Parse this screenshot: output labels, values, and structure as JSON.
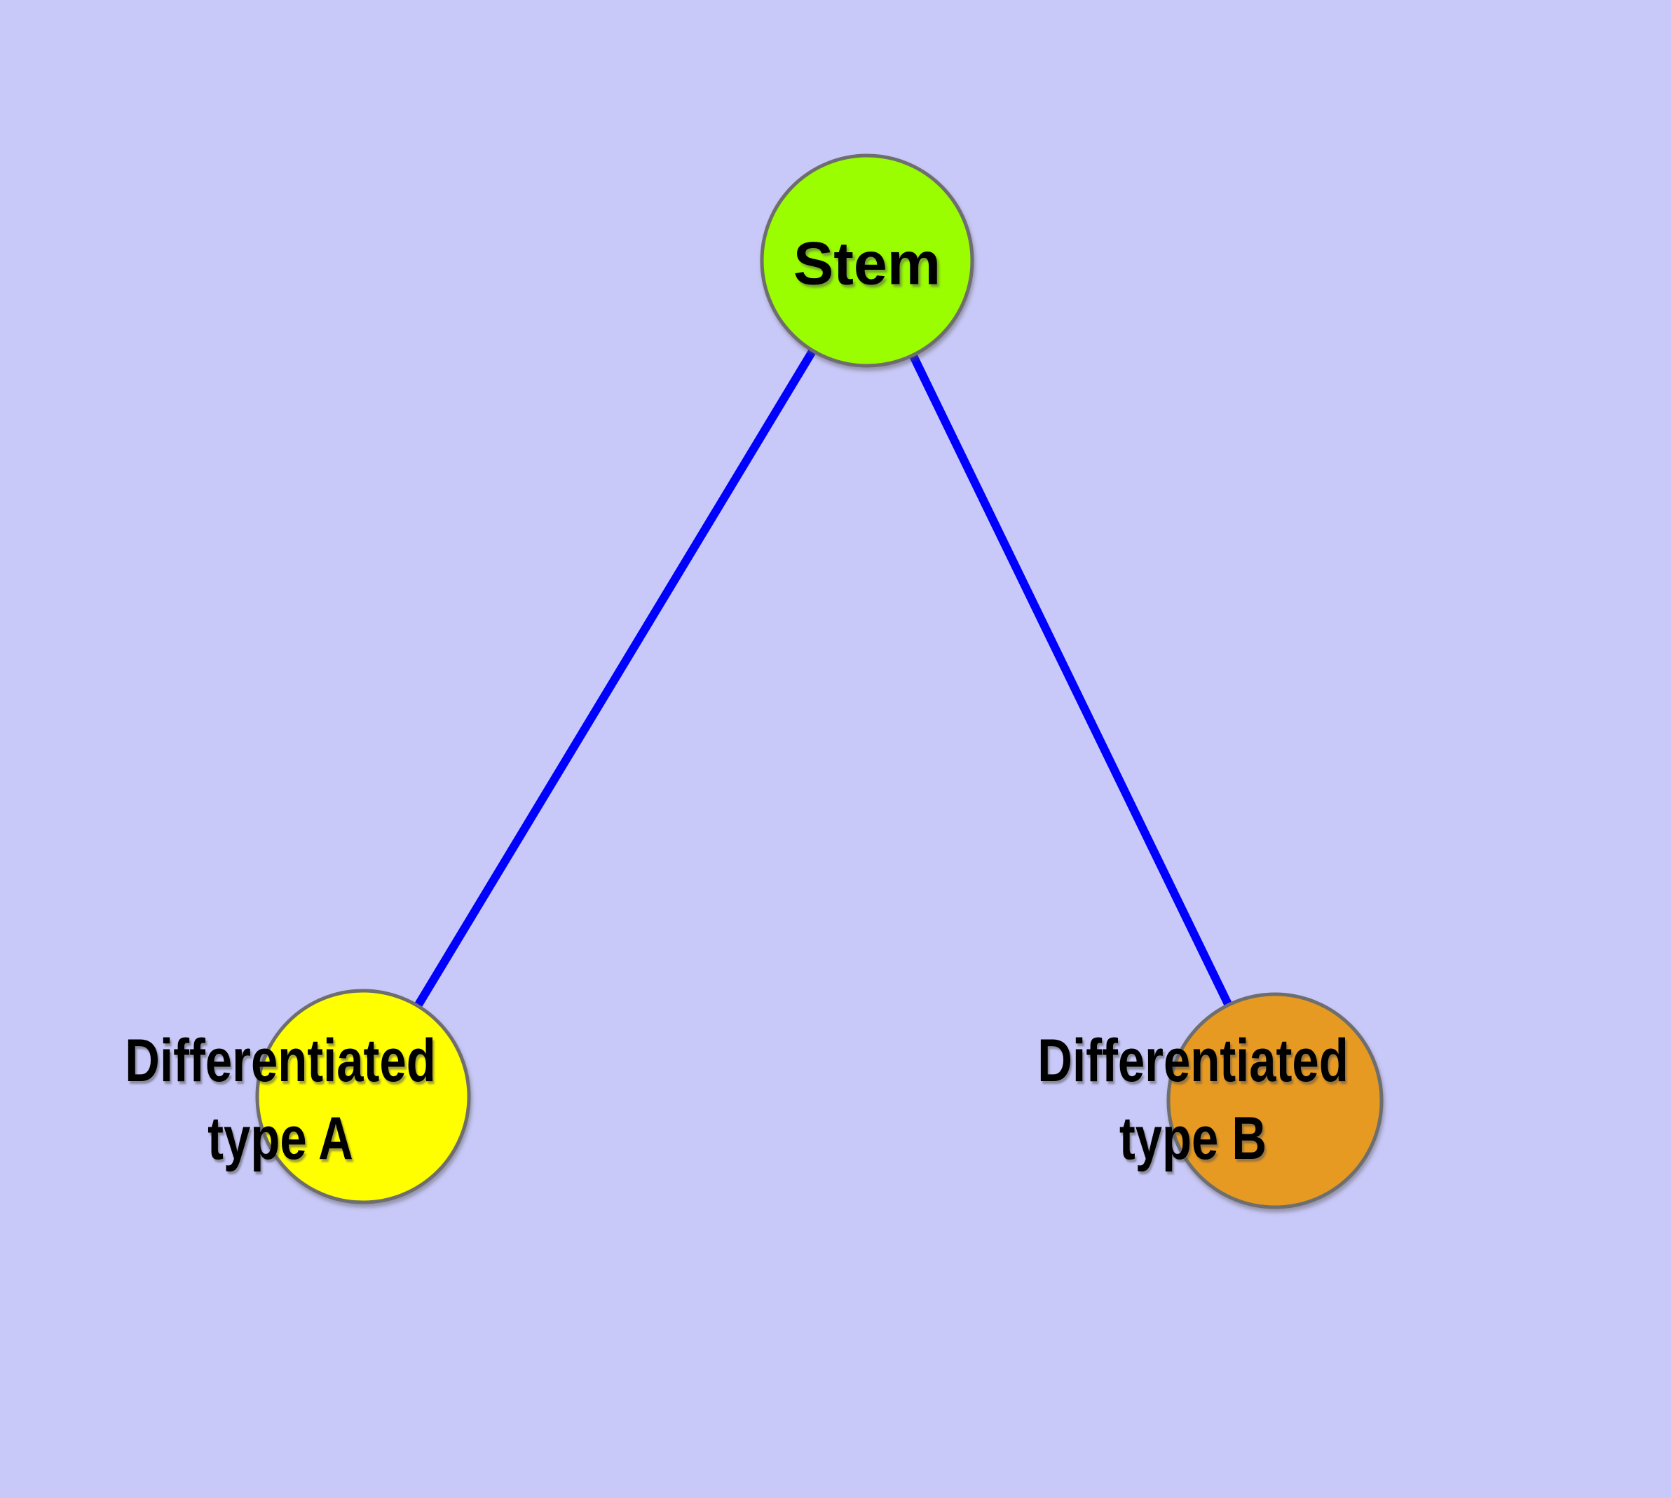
{
  "background_color": "#C9C9F9",
  "node_border_color": "#6E6E6E",
  "text_color": "#000000",
  "nodes": {
    "stem": {
      "label": "Stem",
      "fill": "#9AFE00"
    },
    "typeA": {
      "label": "Differentiated\ntype A",
      "fill": "#FFFF00"
    },
    "typeB": {
      "label": "Differentiated\ntype B",
      "fill": "#E79A24"
    }
  },
  "edges": {
    "color": "#0000FF",
    "items": [
      {
        "from": "Stem",
        "to": "Differentiated type A"
      },
      {
        "from": "Stem",
        "to": "Differentiated type B"
      }
    ]
  }
}
